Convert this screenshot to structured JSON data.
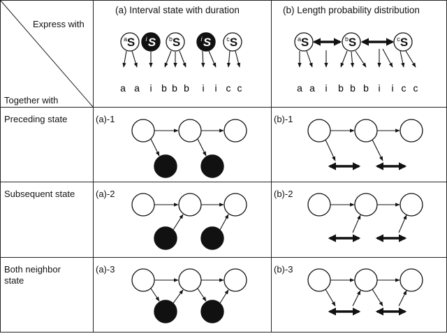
{
  "corner": {
    "top_label": "Express with",
    "bottom_label": "Together with"
  },
  "columns": [
    {
      "label": "(a) Interval state with duration"
    },
    {
      "label": "(b) Length probability distribution"
    }
  ],
  "header_a": {
    "states": [
      "a",
      "i",
      "b",
      "i",
      "c"
    ],
    "state_letter": "S",
    "observations": [
      "a",
      "a",
      "i",
      "b",
      "b",
      "b",
      "i",
      "i",
      "c",
      "c"
    ]
  },
  "header_b": {
    "states": [
      "a",
      "b",
      "c"
    ],
    "state_letter": "S",
    "observations": [
      "a",
      "a",
      "i",
      "b",
      "b",
      "b",
      "i",
      "i",
      "c",
      "c"
    ]
  },
  "rows": [
    {
      "label": "Preceding state",
      "a_tag": "(a)-1",
      "b_tag": "(b)-1"
    },
    {
      "label": "Subsequent state",
      "a_tag": "(a)-2",
      "b_tag": "(b)-2"
    },
    {
      "label": "Both neighbor state",
      "label_line1": "Both neighbor",
      "label_line2": "state",
      "a_tag": "(a)-3",
      "b_tag": "(b)-3"
    }
  ]
}
